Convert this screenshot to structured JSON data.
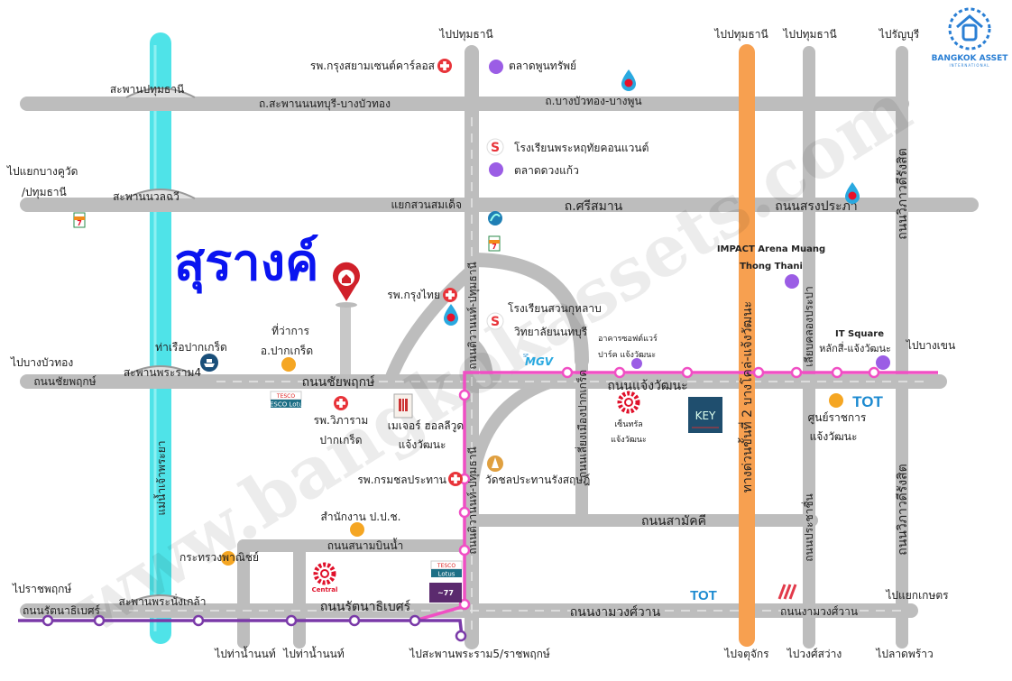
{
  "title": "สุรางค์",
  "logo": {
    "name": "BANGKOK ASSET",
    "sub": "INTERNATIONAL"
  },
  "watermark": "www.bangkokassets.com",
  "colors": {
    "river": "#4fe3e8",
    "road": "#bdbdbd",
    "expressway": "#f7a050",
    "pink_line": "#f04fc4",
    "purple_line": "#7a3aa8",
    "title": "#0a14f0",
    "hospital": "#e8343a",
    "market": "#9b5de5",
    "government": "#f5a623"
  },
  "directions": {
    "pathum1": "ไปปทุมธานี",
    "pathum2": "ไปปทุมธานี",
    "pathum3": "ไปปทุมธานี",
    "rangsit": "ไปรัญบุรี",
    "bangkhuwat1": "ไปแยกบางคูวัด",
    "bangkhuwat2": "/ปทุมธานี",
    "bangbuathong": "ไปบางบัวทอง",
    "ratchaphruek": "ไปราชพฤกษ์",
    "thanam1": "ไปท่าน้ำนนท์",
    "thanam2": "ไปท่าน้ำนนท์",
    "rama5": "ไปสะพานพระราม5/ราชพฤกษ์",
    "chatuchak": "ไปจตุจักร",
    "wongsawang": "ไปวงศ์สว่าง",
    "ladprao": "ไปลาดพร้าว",
    "kaset": "ไปแยกเกษตร",
    "bangkhen": "ไปบางเขน"
  },
  "roads": {
    "bridge_pathum": "สะพานปทุมธานี",
    "road_nonburi_bangbuathong": "ถ.สะพานนนทบุรี-บางบัวทอง",
    "road_bangbuathong_bangphun": "ถ.บางบัวทอง-บางพูน",
    "bridge_nuanchawi": "สะพานนวลฉวี",
    "suansomdet": "แยกสวนสมเด็จ",
    "srisaman": "ถ.ศรีสมาน",
    "songprapa": "ถนนสรงประภา",
    "chaiyaphruek_left": "ถนนชัยพฤกษ์",
    "bridge_rama4": "สะพานพระราม4",
    "chaiyaphruek": "ถนนชัยพฤกษ์",
    "chaengwattana": "ถนนแจ้งวัฒนะ",
    "samakkhi": "ถนนสามัคคี",
    "sanambinnam": "ถนนสนามบินน้ำ",
    "rattanathibet_left": "ถนนรัตนาธิเบศร์",
    "bridge_phranangklao": "สะพานพระนั่งเกล้า",
    "rattanathibet": "ถนนรัตนาธิเบศร์",
    "ngamwongwan1": "ถนนงามวงศ์วาน",
    "ngamwongwan2": "ถนนงามวงศ์วาน",
    "tiwanon_upper": "ถนนติวานนท์-ปทุมธานี",
    "tiwanon_lower": "ถนนติวานนท์-ปทุมธานี",
    "bypass_pakkret": "ถนนเลี่ยงเมืองปากเกร็ด",
    "expressway": "ทางด่วนขั้นที่ 2 บางโคล่-แจ้งวัฒนะ",
    "liap_khlong_prapa": "เลียบคลองประปา",
    "prachachuen": "ถนนประชาชื่น",
    "vibhavadi_upper": "ถนนวิภาวดีรังสิต",
    "vibhavadi_lower": "ถนนวิภาวดีรังสิต",
    "river": "แม่น้ำเจ้าพระยา"
  },
  "places": {
    "kasemrad_hosp": "รพ.กรุงสยามเซนต์คาร์ลอส",
    "phunsap_market": "ตลาดพูนทรัพย์",
    "sacred_heart": "โรงเรียนพระหฤทัยคอนแวนต์",
    "duangkaew_market": "ตลาดดวงแก้ว",
    "krungthai_hosp": "รพ.กรุงไทย",
    "suankularb1": "โรงเรียนสวนกุหลาบ",
    "suankularb2": "วิทยาลัยนนทบุรี",
    "software_park1": "อาคารซอฟต์แวร์",
    "software_park2": "ปาร์ค แจ้งวัฒนะ",
    "impact1": "IMPACT Arena Muang",
    "impact2": "Thong Thani",
    "itsquare1": "IT Square",
    "itsquare2": "หลักสี่-แจ้งวัฒนะ",
    "district1": "ที่ว่าการ",
    "district2": "อ.ปากเกร็ด",
    "pier": "ท่าเรือปากเกร็ด",
    "wiparam1": "รพ.วิภาราม",
    "wiparam2": "ปากเกร็ด",
    "major1": "เมเจอร์ ฮอลลีวูด",
    "major2": "แจ้งวัฒนะ",
    "irrigation_hosp": "รพ.กรมชลประทาน",
    "wat": "วัดชลประทานรังสฤษฎ์",
    "nacc": "สำนักงาน ป.ป.ช.",
    "commerce": "กระทรวงพาณิชย์",
    "central1": "เซ็นทรัล",
    "central2": "แจ้งวัฒนะ",
    "govcenter1": "ศูนย์ราชการ",
    "govcenter2": "แจ้งวัฒนะ",
    "tesco": "TESCO Lotus",
    "central_logo": "Central",
    "key": "KEY",
    "tot": "TOT",
    "mgv": "MGV"
  }
}
